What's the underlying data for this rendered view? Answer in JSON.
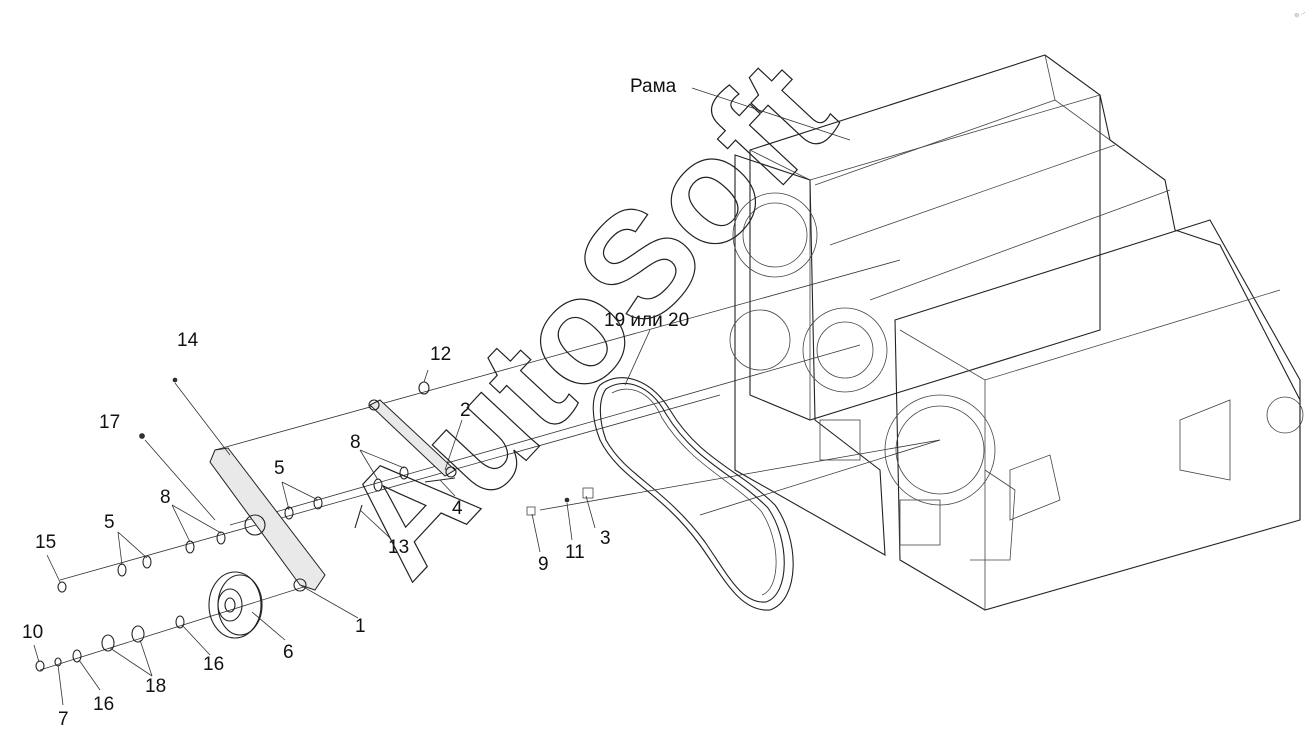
{
  "watermark": {
    "text": "AutoSoft",
    "corner_mark": "© ..."
  },
  "labels": {
    "frame": "Рама",
    "belt": "19 или 20",
    "n1": "1",
    "n2": "2",
    "n3": "3",
    "n4": "4",
    "n5a": "5",
    "n5b": "5",
    "n6": "6",
    "n7": "7",
    "n8a": "8",
    "n8b": "8",
    "n9": "9",
    "n10": "10",
    "n11": "11",
    "n12": "12",
    "n13": "13",
    "n14": "14",
    "n15": "15",
    "n16a": "16",
    "n16b": "16",
    "n17": "17",
    "n18": "18"
  }
}
